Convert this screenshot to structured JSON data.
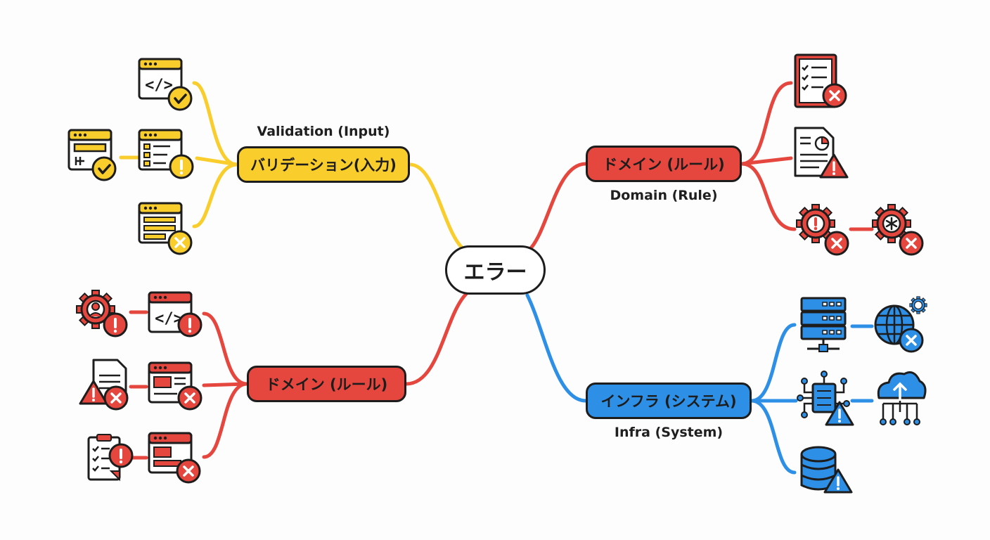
{
  "center": {
    "label": "エラー"
  },
  "branches": [
    {
      "key": "validation",
      "label": "バリデーション(入力)",
      "caption": "Validation (Input)",
      "color": "#f9cd2b"
    },
    {
      "key": "domain_top",
      "label": "ドメイン (ルール)",
      "caption": "Domain (Rule)",
      "color": "#e5473f"
    },
    {
      "key": "domain_bottom",
      "label": "ドメイン (ルール)",
      "caption": "",
      "color": "#e5473f"
    },
    {
      "key": "infra",
      "label": "インフラ (システム)",
      "caption": "Infra (System)",
      "color": "#2e8fe6"
    }
  ],
  "colors": {
    "yellow": "#f9cd2b",
    "red": "#e5473f",
    "blue": "#2e8fe6",
    "outline": "#1d1d1d"
  },
  "icons": {
    "validation": [
      "code-window-check-icon",
      "input-form-check-icon",
      "form-list-warning-icon",
      "form-list-error-icon"
    ],
    "domain_top": [
      "checklist-document-error-icon",
      "report-document-warning-icon",
      "gear-warning-error-icon",
      "gear-bug-error-icon"
    ],
    "domain_bottom": [
      "user-gear-warning-icon",
      "code-window-warning-icon",
      "document-warning-error-icon",
      "layout-window-error-icon",
      "clipboard-warning-icon",
      "browser-window-error-icon"
    ],
    "infra": [
      "server-network-icon",
      "globe-gear-error-icon",
      "chip-network-warning-icon",
      "cloud-upload-network-icon",
      "database-warning-icon"
    ]
  }
}
